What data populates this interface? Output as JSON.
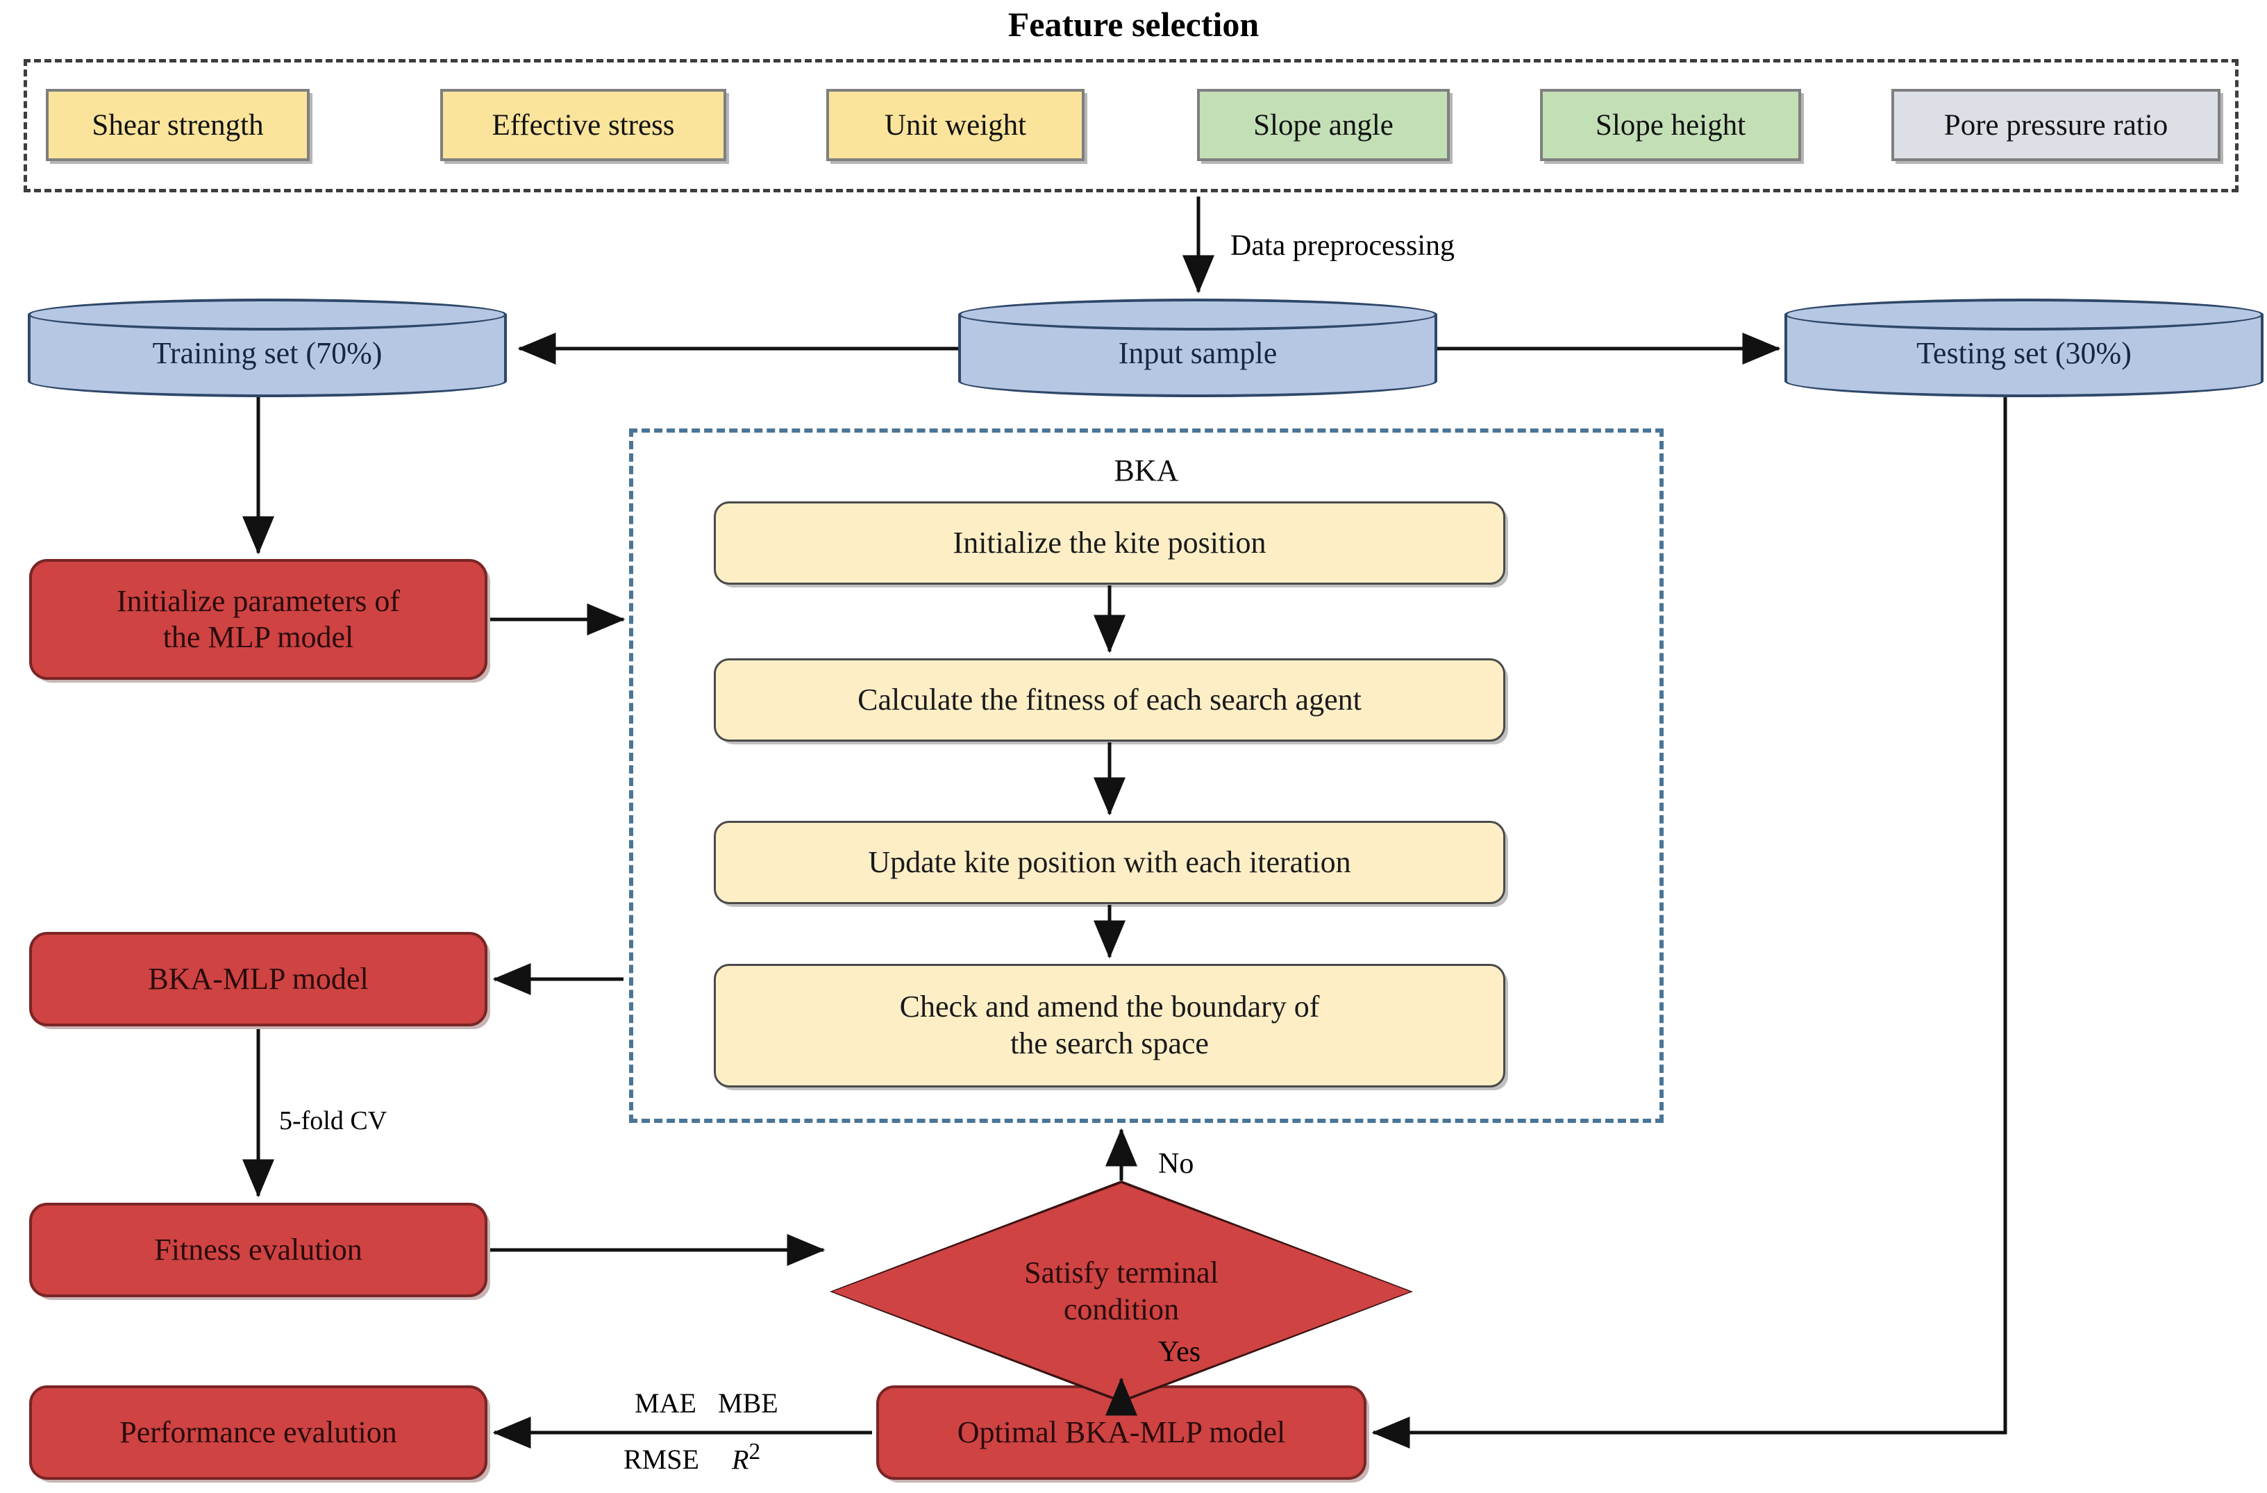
{
  "diagram": {
    "title": "Feature selection",
    "feature_selection": {
      "container_label": "Feature selection",
      "features": [
        {
          "label": "Shear strength",
          "color": "#fae49b",
          "group": "yellow"
        },
        {
          "label": "Effective stress",
          "color": "#fae49b",
          "group": "yellow"
        },
        {
          "label": "Unit weight",
          "color": "#fae49b",
          "group": "yellow"
        },
        {
          "label": "Slope angle",
          "color": "#c3dfb6",
          "group": "green"
        },
        {
          "label": "Slope height",
          "color": "#c3dfb6",
          "group": "green"
        },
        {
          "label": "Pore pressure ratio",
          "color": "#dcdfe6",
          "group": "gray"
        }
      ]
    },
    "datasets": {
      "input_sample": "Input sample",
      "training_set": "Training set (70%)",
      "testing_set": "Testing set (30%)",
      "preprocessing_label": "Data preprocessing"
    },
    "bka": {
      "title": "BKA",
      "steps": [
        "Initialize the kite position",
        "Calculate the fitness of each search agent",
        "Update kite position with each iteration",
        "Check and amend the boundary of\nthe search space"
      ]
    },
    "pipeline": {
      "init_params": "Initialize parameters of\nthe MLP model",
      "bka_mlp_model": "BKA-MLP model",
      "fitness_evaluation": "Fitness evalution",
      "optimal_model": "Optimal BKA-MLP model",
      "performance_evaluation": "Performance evalution"
    },
    "decision": {
      "label": "Satisfy terminal\ncondition",
      "yes_label": "Yes",
      "no_label": "No"
    },
    "edge_labels": {
      "cv": "5-fold CV"
    },
    "metrics": [
      {
        "label": "MAE",
        "italic": false
      },
      {
        "label": "MBE",
        "italic": false
      },
      {
        "label": "RMSE",
        "italic": false
      },
      {
        "label": "R",
        "italic": true,
        "superscript": "2"
      }
    ],
    "colors": {
      "feature_yellow": "#fae49b",
      "feature_green": "#c3dfb6",
      "feature_gray": "#dcdfe6",
      "cylinder_fill": "#b6c7e4",
      "cylinder_stroke": "#2f4869",
      "process_red": "#cf4343",
      "step_yellow": "#fdeec6",
      "bka_dash": "#4a7596",
      "fs_dash": "#3d3d3d"
    }
  }
}
